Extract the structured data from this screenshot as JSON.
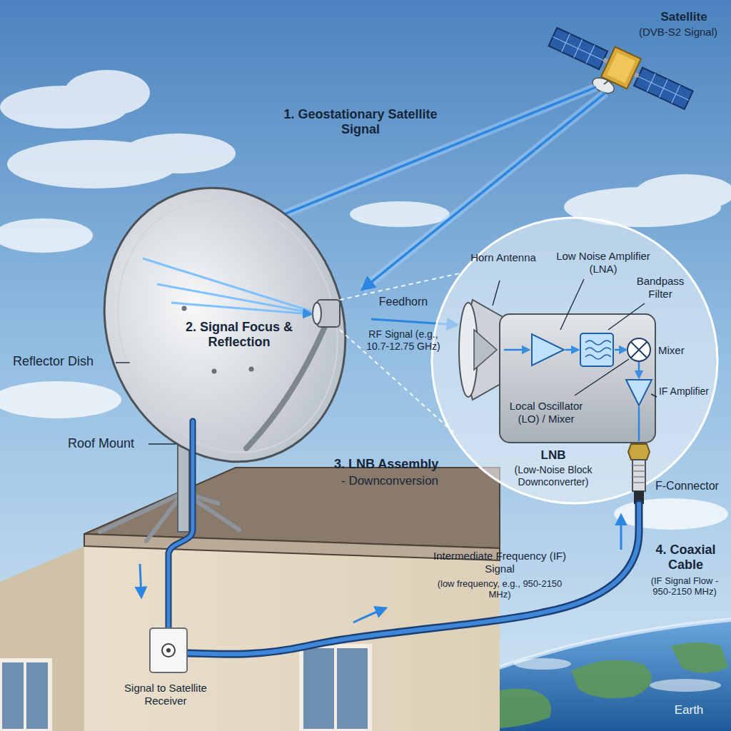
{
  "diagram": {
    "nodes": [
      {
        "text": [
          "Horn Antenna",
          "Low Noise Amplifier (LNA)",
          "Bandpass Filter",
          "Mixer",
          "IF Amplifier",
          "Local Oscillator (LO) / Mixer",
          "LNB",
          "(Low-Noise Block Downconverter)"
        ]
      }
    ],
    "labels": [
      "Satellite",
      "(DVB-S2 Signal)",
      "1. Geostationary Satellite Signal",
      "2. Signal Focus & Reflection",
      "Reflector Dish",
      "Roof Mount",
      "Feedhorn",
      "RF Signal (e.g., 10.7-12.75 GHz)",
      "3. LNB Assembly",
      "- Downconversion",
      "F-Connector",
      "Intermediate Frequency (IF) Signal",
      "(low frequency, e.g., 950-2150 MHz)",
      "4. Coaxial Cable",
      "(IF Signal Flow - 950-2150 MHz)",
      "Signal to Satellite Receiver",
      "Earth"
    ]
  }
}
